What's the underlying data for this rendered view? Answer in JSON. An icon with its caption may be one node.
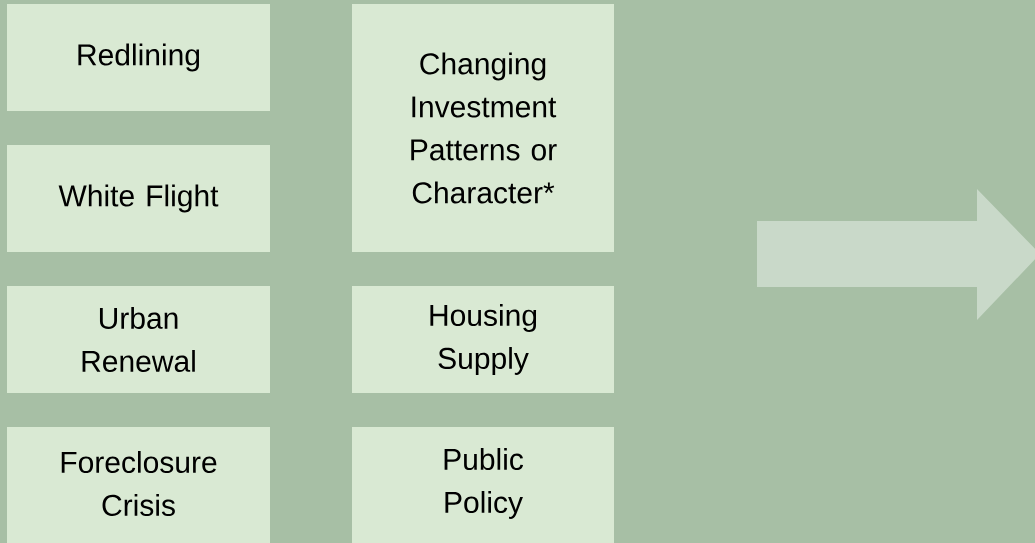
{
  "diagram": {
    "nodes": [
      {
        "text": [
          "Redlining"
        ]
      },
      {
        "text": [
          "White Flight"
        ]
      },
      {
        "text": [
          "Urban Renewal"
        ]
      },
      {
        "text": [
          "Foreclosure Crisis"
        ]
      },
      {
        "text": [
          "Changing Investment Patterns or Character*"
        ]
      },
      {
        "text": [
          "Housing Supply"
        ]
      },
      {
        "text": [
          "Public Policy"
        ]
      }
    ]
  }
}
